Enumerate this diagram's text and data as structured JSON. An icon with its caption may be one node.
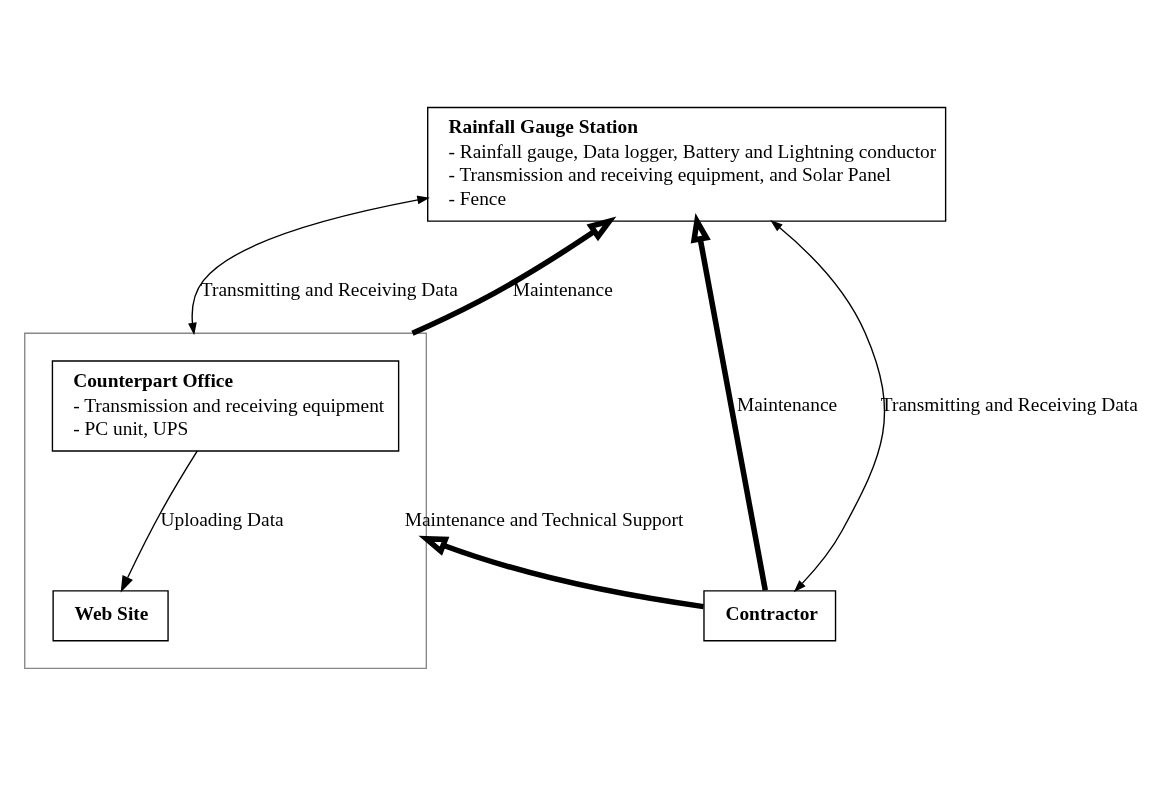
{
  "diagram": {
    "nodes": [
      {
        "text": [
          "Rainfall Gauge Station",
          "- Rainfall gauge, Data logger, Battery and Lightning conductor",
          "- Transmission and receiving equipment, and Solar Panel",
          "- Fence"
        ]
      },
      {
        "text": [],
        "shape": "box"
      },
      {
        "text": [
          "Counterpart Office",
          "- Transmission and receiving equipment",
          "- PC unit, UPS"
        ],
        "in": 1
      },
      {
        "text": [
          "Web Site"
        ],
        "in": 1
      },
      {
        "text": [
          "Contractor"
        ]
      }
    ],
    "edges": [
      {
        "from": 1,
        "to": 0,
        "arrow": "both",
        "label": "Transmitting and Receiving Data"
      },
      {
        "from": 1,
        "to": 0,
        "arrow": "to",
        "label": "Maintenance",
        "style": "thick"
      },
      {
        "from": 4,
        "to": 0,
        "arrow": "to",
        "label": "Maintenance",
        "style": "thick"
      },
      {
        "from": 4,
        "to": 0,
        "arrow": "both",
        "label": "Transmitting and Receiving Data"
      },
      {
        "from": 4,
        "to": 1,
        "arrow": "to",
        "label": "Maintenance and Technical Support",
        "style": "thick"
      },
      {
        "from": 2,
        "to": 3,
        "arrow": "to",
        "label": "Uploading Data"
      }
    ]
  }
}
